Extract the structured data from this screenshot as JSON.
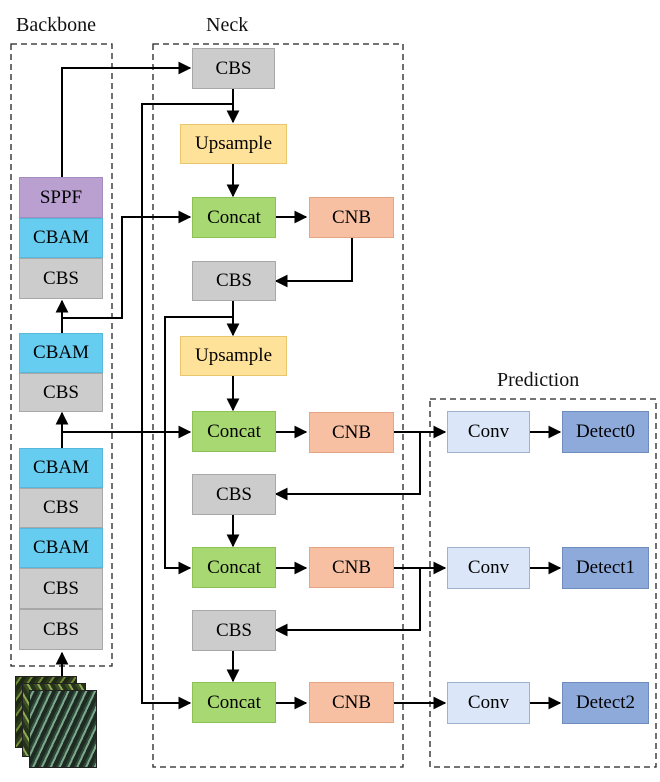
{
  "sections": {
    "backbone": "Backbone",
    "neck": "Neck",
    "prediction": "Prediction"
  },
  "backbone": {
    "sppf": "SPPF",
    "cbam1": "CBAM",
    "cbs1": "CBS",
    "cbam2": "CBAM",
    "cbs2": "CBS",
    "cbam3": "CBAM",
    "cbs3": "CBS",
    "cbam4": "CBAM",
    "cbs4": "CBS",
    "cbs5": "CBS"
  },
  "neck": {
    "cbs1": "CBS",
    "upsample1": "Upsample",
    "concat1": "Concat",
    "cnb1": "CNB",
    "cbs2": "CBS",
    "upsample2": "Upsample",
    "concat2": "Concat",
    "cnb2": "CNB",
    "cbs3": "CBS",
    "concat3": "Concat",
    "cnb3": "CNB",
    "cbs4": "CBS",
    "concat4": "Concat",
    "cnb4": "CNB"
  },
  "prediction": {
    "conv0": "Conv",
    "detect0": "Detect0",
    "conv1": "Conv",
    "detect1": "Detect1",
    "conv2": "Conv",
    "detect2": "Detect2"
  },
  "colors": {
    "cbs": "#cccccc",
    "cbam": "#66cdf0",
    "sppf": "#b9a0d1",
    "upsample": "#ffe299",
    "concat": "#a7d871",
    "cnb": "#f7c0a2",
    "conv": "#dbe7f8",
    "detect": "#8eaadb"
  }
}
